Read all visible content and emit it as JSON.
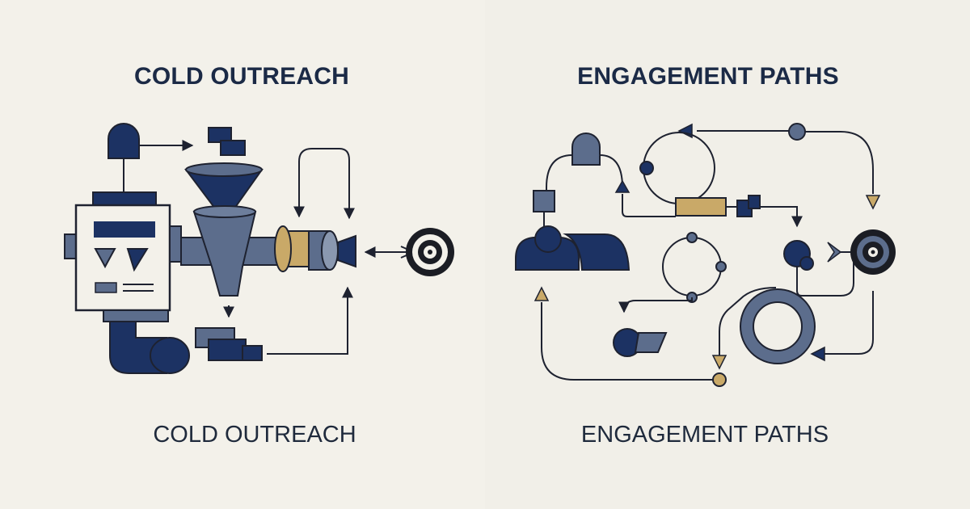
{
  "left": {
    "heading": "COLD OUTREACH",
    "caption": "COLD OUTREACH"
  },
  "right": {
    "heading": "ENGAGEMENT PATHS",
    "caption": "ENGAGEMENT PATHS"
  },
  "colors": {
    "background": "#f3f1ea",
    "navy": "#1c3263",
    "slate": "#5c6d8c",
    "gold": "#c9a968",
    "outline": "#1e2230"
  }
}
